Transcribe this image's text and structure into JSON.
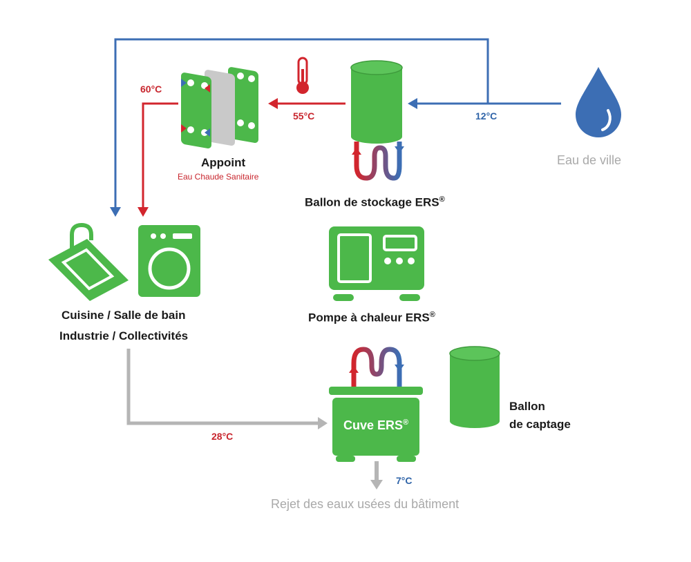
{
  "colors": {
    "green": "#4cb84a",
    "blue": "#3c6eb4",
    "red": "#d2252d",
    "grey": "#b5b5b5",
    "gray_plate": "#c9c9c9"
  },
  "nodes": {
    "appoint": {
      "title": "Appoint",
      "subtitle": "Eau Chaude Sanitaire"
    },
    "ballon_stockage": {
      "label": "Ballon de stockage ERS",
      "reg": "®"
    },
    "eau_de_ville": {
      "label": "Eau de ville"
    },
    "pompe": {
      "label": "Pompe à chaleur ERS",
      "reg": "®"
    },
    "usage": {
      "line1": "Cuisine / Salle de bain",
      "line2": "Industrie / Collectivités"
    },
    "cuve": {
      "label": "Cuve ERS",
      "reg": "®"
    },
    "ballon_captage": {
      "line1": "Ballon",
      "line2": "de captage"
    },
    "rejet": {
      "label": "Rejet des eaux usées du bâtiment"
    }
  },
  "temperatures": {
    "t60": "60°C",
    "t55": "55°C",
    "t12": "12°C",
    "t28": "28°C",
    "t7": "7°C"
  },
  "icons": [
    "water-drop-icon",
    "thermometer-icon",
    "heat-exchanger-icon",
    "storage-tank-icon",
    "heat-pump-icon",
    "sink-icon",
    "washing-machine-icon",
    "cuve-tank-icon",
    "captage-tank-icon"
  ]
}
